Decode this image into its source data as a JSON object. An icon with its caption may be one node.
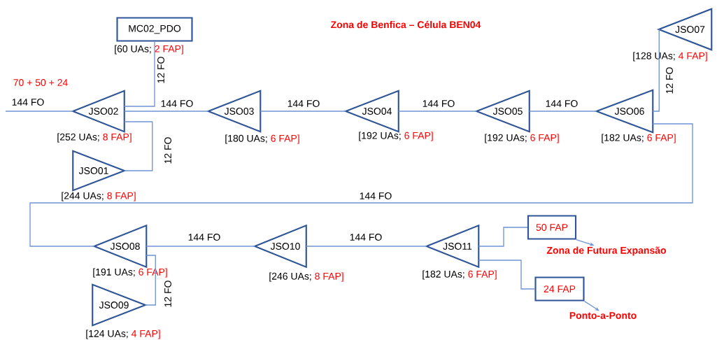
{
  "diagram": {
    "title": "Zona de Benfica – Célula BEN04",
    "nodes": [
      {
        "text": [
          "MC02_PDO"
        ],
        "beside": [
          "[60 UAs;",
          "2 FAP]"
        ]
      },
      {
        "text": [
          "JSO02"
        ],
        "beside": [
          "[252 UAs;",
          "8 FAP]"
        ]
      },
      {
        "text": [
          "JSO01"
        ],
        "beside": [
          "[244 UAs;",
          "8 FAP]"
        ]
      },
      {
        "text": [
          "JSO03"
        ],
        "beside": [
          "[180 UAs;",
          "6 FAP]"
        ]
      },
      {
        "text": [
          "JSO04"
        ],
        "beside": [
          "[192 UAs;",
          "6 FAP]"
        ]
      },
      {
        "text": [
          "JSO05"
        ],
        "beside": [
          "[192 UAs;",
          "6 FAP]"
        ]
      },
      {
        "text": [
          "JSO06"
        ],
        "beside": [
          "[182 UAs;",
          "6 FAP]"
        ]
      },
      {
        "text": [
          "JSO07"
        ],
        "beside": [
          "[128 UAs;",
          "4 FAP]"
        ]
      },
      {
        "text": [
          "JSO08"
        ],
        "beside": [
          "[191 UAs;",
          "6 FAP]"
        ]
      },
      {
        "text": [
          "JSO09"
        ],
        "beside": [
          "[124 UAs;",
          "4 FAP]"
        ]
      },
      {
        "text": [
          "JSO10"
        ],
        "beside": [
          "[246 UAs;",
          "8 FAP]"
        ]
      },
      {
        "text": [
          "JSO11"
        ],
        "beside": [
          "[182 UAs;",
          "6 FAP]"
        ]
      },
      {
        "text": [
          "50 FAP"
        ]
      },
      {
        "text": [
          "Zona de Futura Expansão"
        ]
      },
      {
        "text": [
          "24 FAP"
        ]
      },
      {
        "text": [
          "Ponto-a-Ponto"
        ]
      }
    ],
    "edges": [
      {
        "from": null,
        "to": 1,
        "arrow": "none",
        "label": "144 FO"
      },
      {
        "from": 1,
        "to": 0,
        "arrow": "none",
        "label": "12 FO"
      },
      {
        "from": 1,
        "to": 2,
        "arrow": "none",
        "label": "12 FO"
      },
      {
        "from": 1,
        "to": 3,
        "arrow": "none",
        "label": "144 FO"
      },
      {
        "from": 3,
        "to": 4,
        "arrow": "none",
        "label": "144 FO"
      },
      {
        "from": 4,
        "to": 5,
        "arrow": "none",
        "label": "144 FO"
      },
      {
        "from": 5,
        "to": 6,
        "arrow": "none",
        "label": "144 FO"
      },
      {
        "from": 6,
        "to": 7,
        "arrow": "none",
        "label": "12 FO"
      },
      {
        "from": 6,
        "to": 8,
        "arrow": "none",
        "label": "144 FO"
      },
      {
        "from": 8,
        "to": 9,
        "arrow": "none",
        "label": "12 FO"
      },
      {
        "from": 8,
        "to": 10,
        "arrow": "none",
        "label": "144 FO"
      },
      {
        "from": 10,
        "to": 11,
        "arrow": "none",
        "label": "144 FO"
      },
      {
        "from": 11,
        "to": 12,
        "arrow": "none"
      },
      {
        "from": 11,
        "to": 14,
        "arrow": "none"
      },
      {
        "from": 12,
        "to": 13,
        "arrow": "to"
      },
      {
        "from": 14,
        "to": 15,
        "arrow": "to"
      }
    ],
    "labels": [
      "70 + 50 + 24"
    ]
  }
}
